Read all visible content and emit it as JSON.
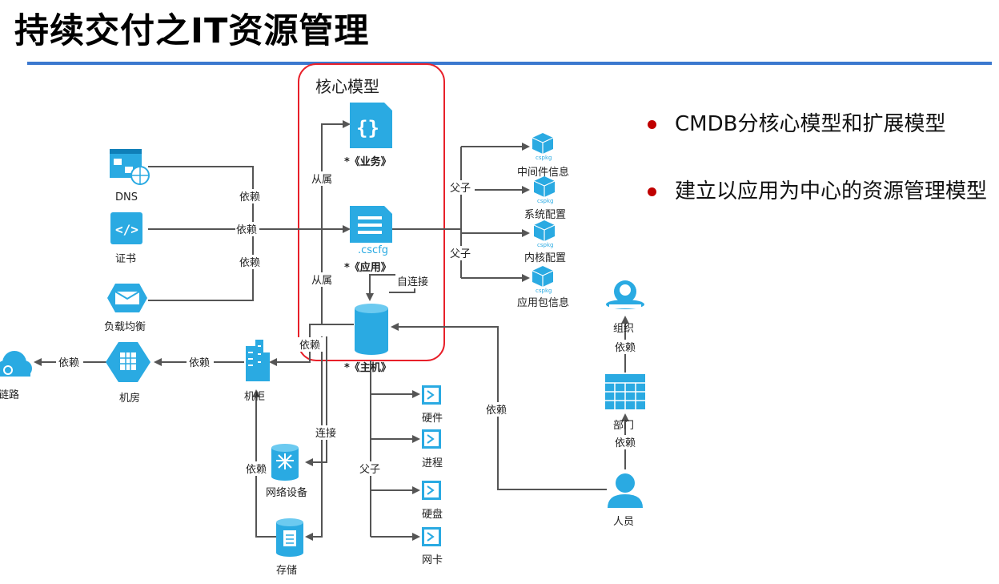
{
  "title": "持续交付之IT资源管理",
  "core_model_label": "核心模型",
  "nodes": {
    "business": "*《业务》",
    "app": "*《应用》",
    "app_file": ".cscfg",
    "host": "*《主机》",
    "dns": "DNS",
    "cert": "证书",
    "lb": "负载均衡",
    "link": "链路",
    "idc": "机房",
    "rack": "机柜",
    "network": "网络设备",
    "storage": "存储",
    "middleware": "中间件信息",
    "sysconfig": "系统配置",
    "kernel": "内核配置",
    "package": "应用包信息",
    "hardware": "硬件",
    "process": "进程",
    "disk": "硬盘",
    "nic": "网卡",
    "org": "组织",
    "dept": "部门",
    "person": "人员",
    "pkg_icon_text": "cspkg"
  },
  "edges": {
    "depends": "依赖",
    "belongs": "从属",
    "parent_child": "父子",
    "self_connect": "自连接",
    "connect": "连接"
  },
  "bullets": [
    "CMDB分核心模型和扩展模型",
    "建立以应用为中心的资源管理模型"
  ],
  "colors": {
    "accent": "#2aaae2",
    "rule": "#3b78cf",
    "highlight": "#e8202a",
    "bullet": "#c00000"
  }
}
